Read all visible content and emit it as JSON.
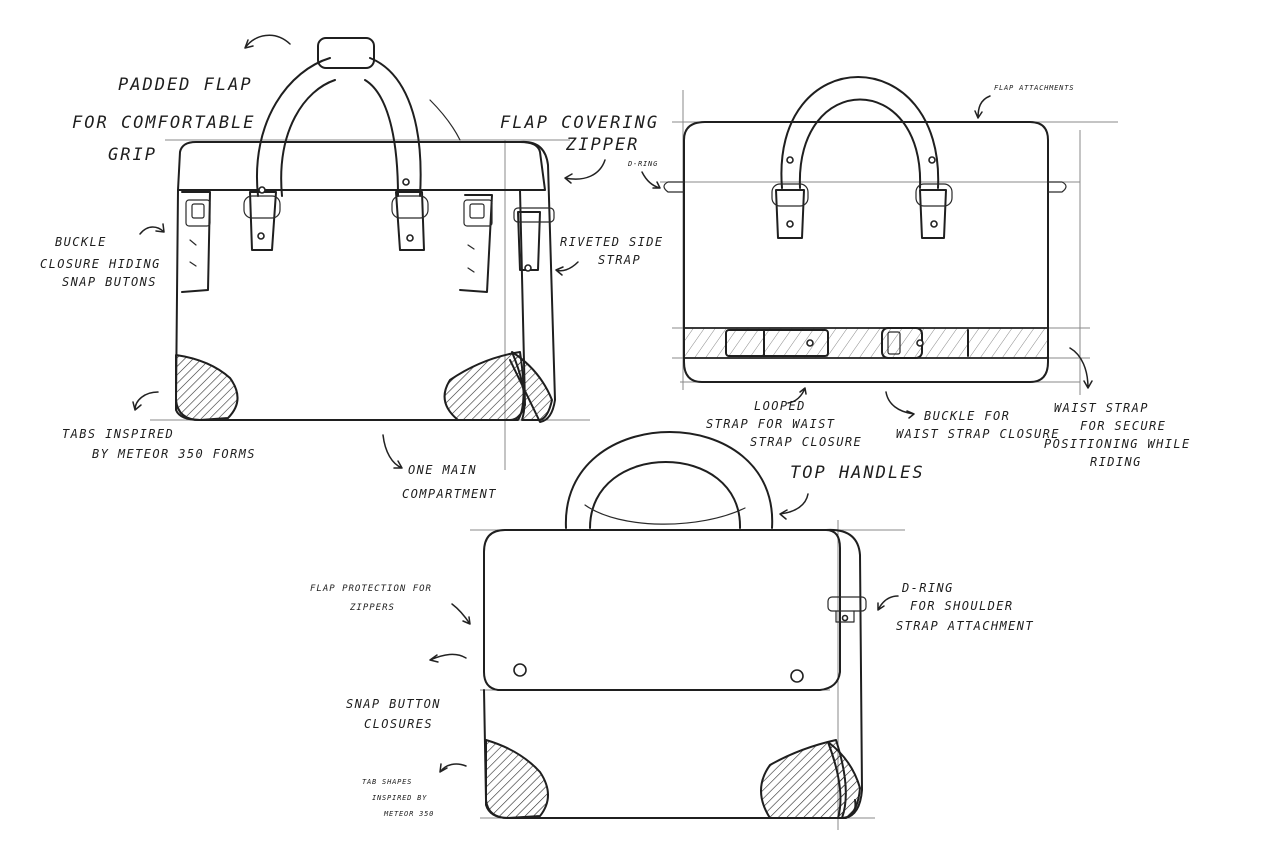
{
  "labels": {
    "padded_flap_l1": "PADDED FLAP",
    "padded_flap_l2": "FOR COMFORTABLE",
    "padded_flap_l3": "GRIP",
    "flap_covering_l1": "FLAP COVERING",
    "flap_covering_l2": "ZIPPER",
    "buckle_closure_l1": "BUCKLE",
    "buckle_closure_l2": "CLOSURE HIDING",
    "buckle_closure_l3": "SNAP BUTONS",
    "riveted_strap_l1": "RIVETED SIDE",
    "riveted_strap_l2": "STRAP",
    "tabs_inspired_l1": "TABS INSPIRED",
    "tabs_inspired_l2": "BY METEOR 350 FORMS",
    "one_main_l1": "ONE MAIN",
    "one_main_l2": "COMPARTMENT",
    "flap_attachments": "FLAP ATTACHMENTS",
    "d_ring_side": "D-RING",
    "looped_strap_l1": "LOOPED",
    "looped_strap_l2": "STRAP FOR WAIST",
    "looped_strap_l3": "STRAP CLOSURE",
    "buckle_waist_l1": "BUCKLE FOR",
    "buckle_waist_l2": "WAIST STRAP CLOSURE",
    "waist_strap_l1": "WAIST STRAP",
    "waist_strap_l2": "FOR SECURE",
    "waist_strap_l3": "POSITIONING WHILE",
    "waist_strap_l4": "RIDING",
    "top_handles": "TOP HANDLES",
    "flap_protection_l1": "FLAP PROTECTION FOR",
    "flap_protection_l2": "ZIPPERS",
    "d_ring_shoulder_l1": "D-RING",
    "d_ring_shoulder_l2": "FOR SHOULDER",
    "d_ring_shoulder_l3": "STRAP ATTACHMENT",
    "snap_button_l1": "SNAP BUTTON",
    "snap_button_l2": "CLOSURES",
    "tab_shapes_l1": "TAB SHAPES",
    "tab_shapes_l2": "INSPIRED BY",
    "tab_shapes_l3": "METEOR 350"
  }
}
